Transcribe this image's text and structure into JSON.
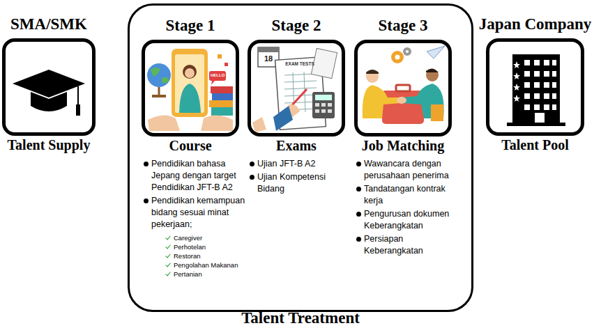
{
  "diagram": {
    "nodes": [
      {
        "text": [
          "SMA/SMK",
          "Talent Supply"
        ]
      },
      {
        "text": [
          "Talent Treatment"
        ]
      },
      {
        "text": [
          "Stage 1",
          "Course",
          "Pendidikan bahasa Jepang dengan target Pendidikan JFT-B A2",
          "Pendidikan kemampuan bidang sesuai minat pekerjaan;",
          "Caregiver",
          "Perhotelan",
          "Restoran",
          "Pengolahan Makanan",
          "Pertanian"
        ],
        "in": 1
      },
      {
        "text": [
          "Stage 2",
          "Exams",
          "Ujian JFT-B A2",
          "Ujian Kompetensi Bidang"
        ],
        "in": 1
      },
      {
        "text": [
          "Stage 3",
          "Job Matching",
          "Wawancara dengan perusahaan penerima",
          "Tandatangan kontrak kerja",
          "Pengurusan dokumen Keberangkatan",
          "Persiapan Keberangkatan"
        ],
        "in": 1
      },
      {
        "text": [
          "Japan Company",
          "Talent Pool"
        ]
      }
    ],
    "edges": [],
    "labels": [
      "HELLO",
      "18",
      "EXAM TESTS"
    ]
  }
}
